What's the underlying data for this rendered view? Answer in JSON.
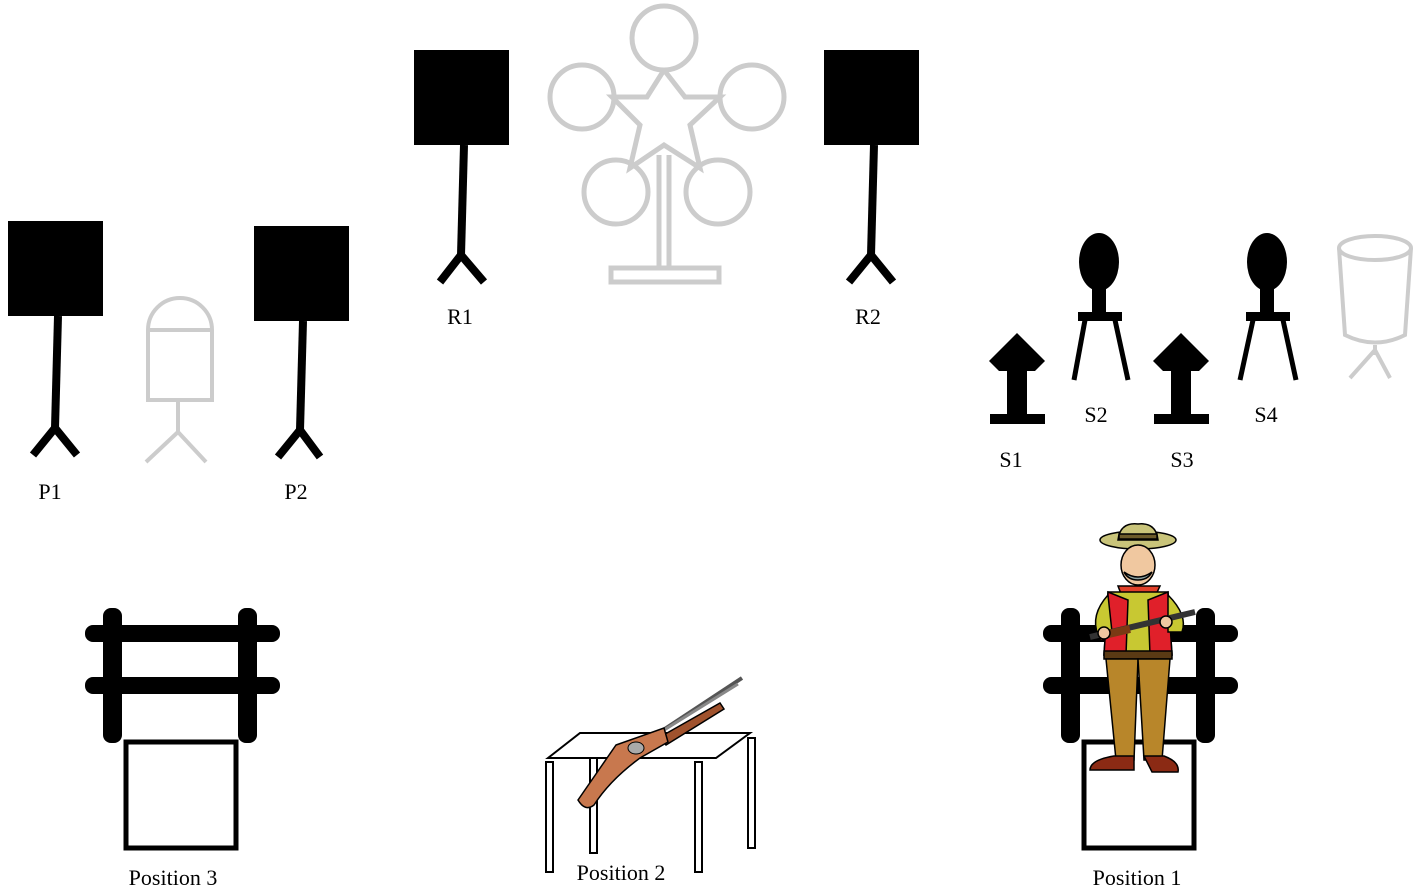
{
  "colors": {
    "ink": "#000000",
    "noshoot": "#cccccc",
    "paper": "#ffffff"
  },
  "targets": {
    "pistol": [
      {
        "label": "P1"
      },
      {
        "label": "P2"
      }
    ],
    "rifle": [
      {
        "label": "R1"
      },
      {
        "label": "R2"
      }
    ],
    "shotgun": [
      {
        "label": "S1"
      },
      {
        "label": "S2"
      },
      {
        "label": "S3"
      },
      {
        "label": "S4"
      }
    ]
  },
  "positions": [
    {
      "label": "Position 3",
      "prop": "fence-with-box"
    },
    {
      "label": "Position 2",
      "prop": "table-with-rifle"
    },
    {
      "label": "Position 1",
      "prop": "fence-with-box-and-cowboy"
    }
  ],
  "icons": {
    "noshoot_left": "gray-barrel-target-icon",
    "noshoot_center": "gray-star-plate-rack-icon",
    "noshoot_right": "gray-can-target-icon",
    "cowboy": "cowboy-with-shotgun-icon",
    "rifle": "lever-rifle-icon"
  }
}
